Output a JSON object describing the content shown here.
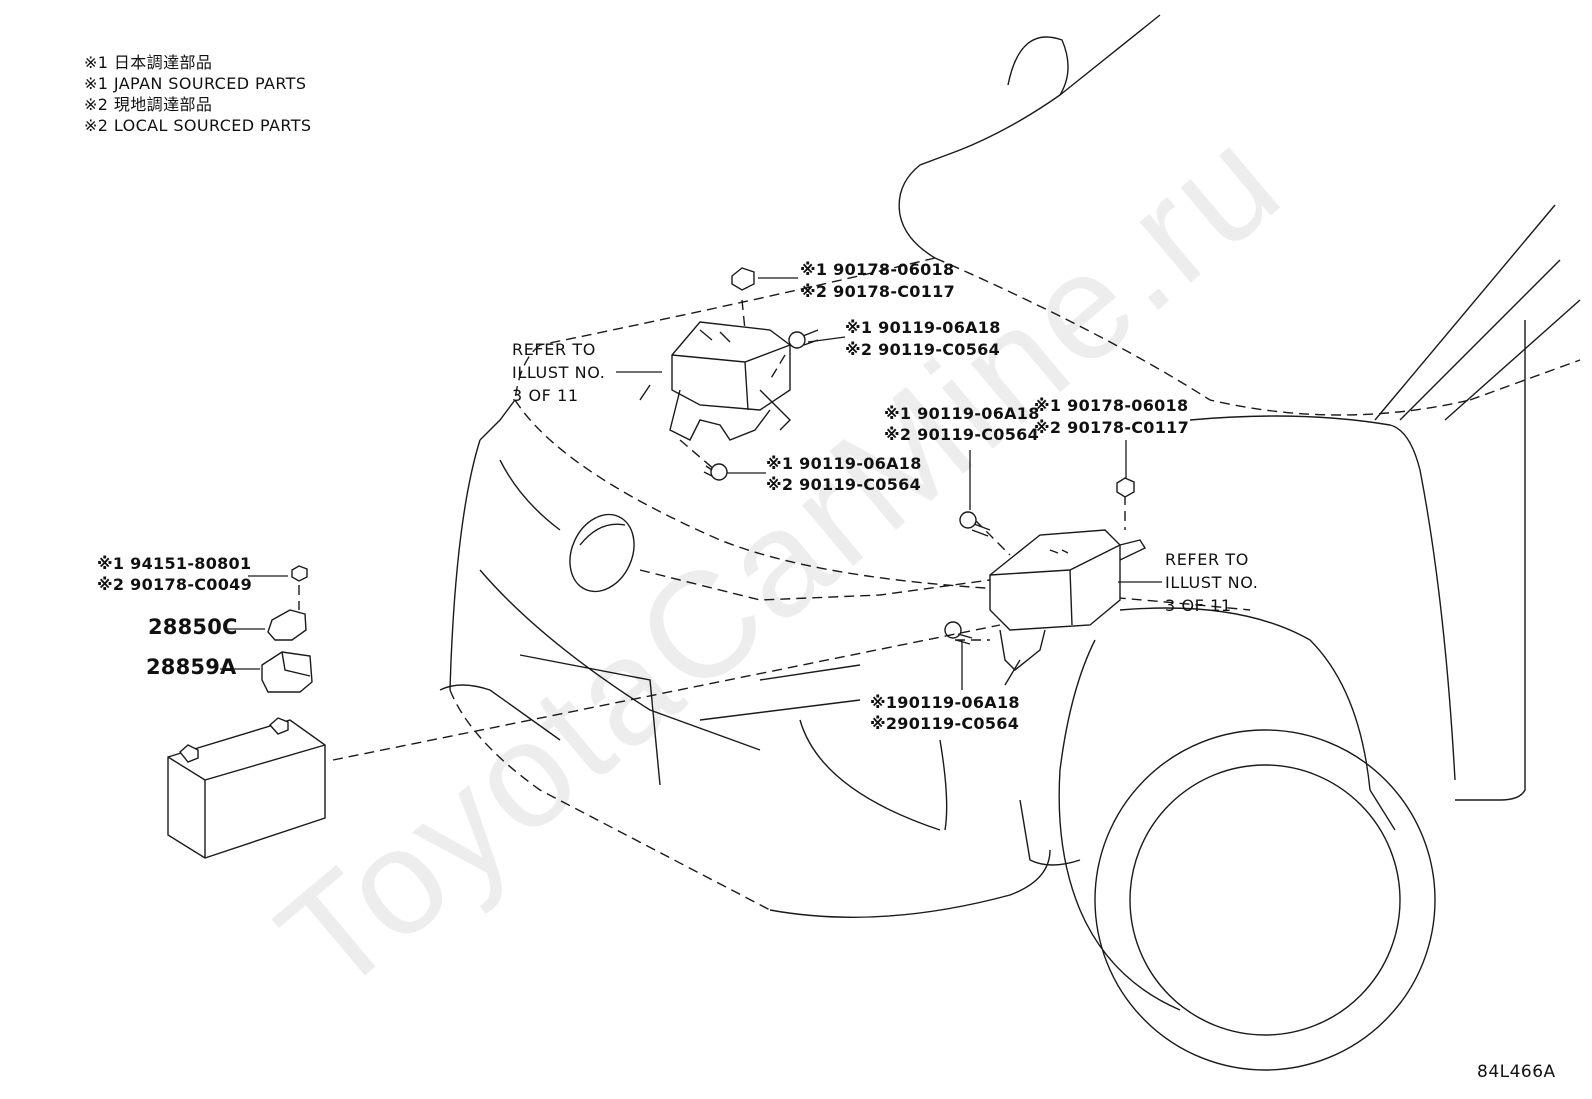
{
  "legend": [
    "※1 日本調達部品",
    "※1 JAPAN SOURCED PARTS",
    "※2 現地調達部品",
    "※2 LOCAL SOURCED PARTS"
  ],
  "callouts": {
    "nut_top": [
      "※1 90178-06018",
      "※2 90178-C0117"
    ],
    "bolt_top": [
      "※1 90119-06A18",
      "※2 90119-C0564"
    ],
    "bolt_lower_left": [
      "※1 90119-06A18",
      "※2 90119-C0564"
    ],
    "bolt_right_upper": [
      "※1 90119-06A18",
      "※2 90119-C0564"
    ],
    "nut_right": [
      "※1 90178-06018",
      "※2 90178-C0117"
    ],
    "bolt_right_lower": [
      "※190119-06A18",
      "※290119-C0564"
    ],
    "battery_nut": [
      "※1 94151-80801",
      "※2 90178-C0049"
    ]
  },
  "refer_left": [
    "REFER TO",
    "ILLUST NO.",
    "3 OF 11"
  ],
  "refer_right": [
    "REFER TO",
    "ILLUST NO.",
    "3 OF 11"
  ],
  "part_labels": {
    "clamp": "28850C",
    "cover": "28859A"
  },
  "watermark": "ToyotaCarMine.ru",
  "illustration_code": "84L466A",
  "icons": [
    "car-front-outline",
    "fuse-box",
    "relay-block",
    "nut",
    "bolt",
    "battery",
    "battery-clamp",
    "terminal-cover"
  ]
}
